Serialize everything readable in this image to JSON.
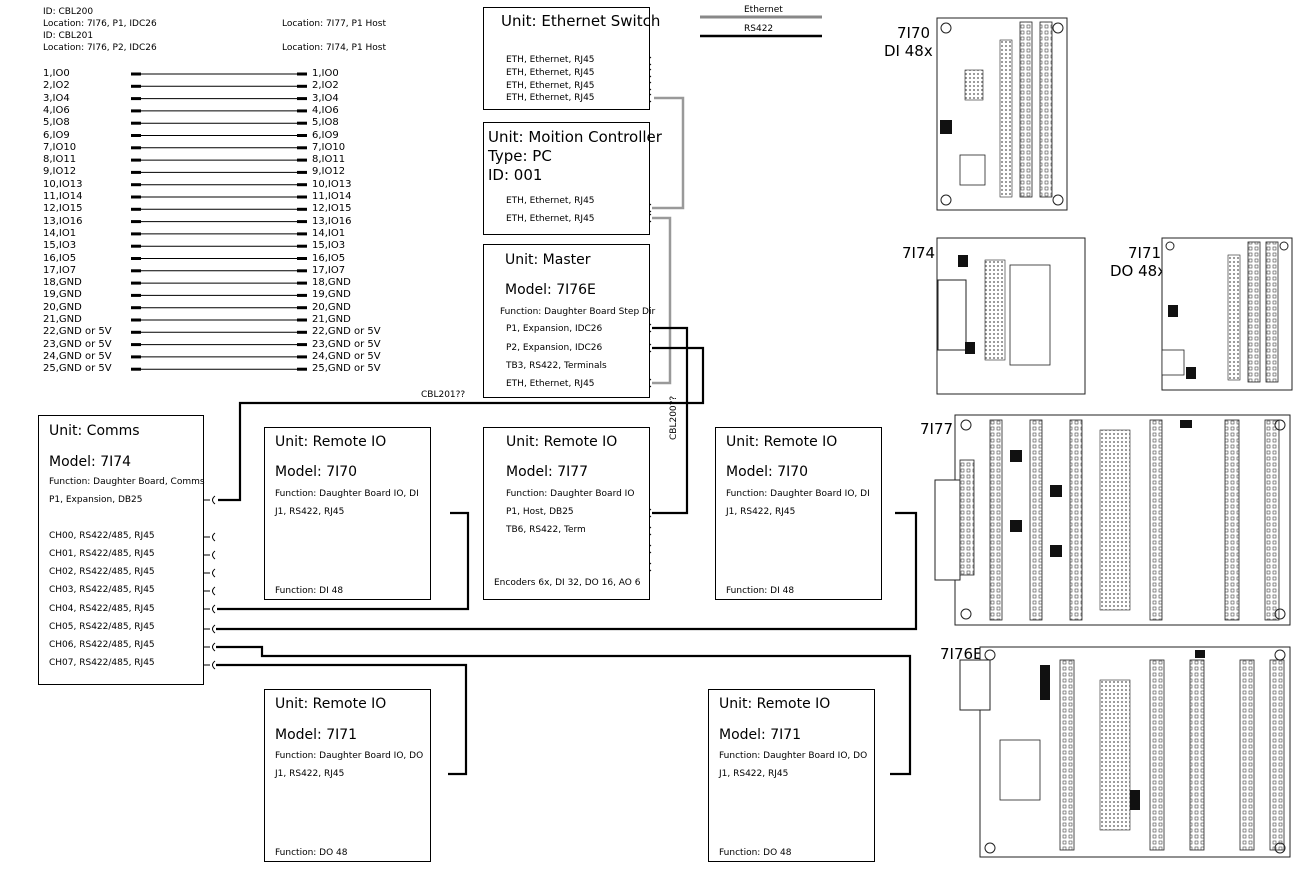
{
  "cables": {
    "cbl200_id": "ID: CBL200",
    "cbl200_loc_a": "Location: 7I76, P1, IDC26",
    "cbl200_loc_b": "Location: 7I77, P1 Host",
    "cbl201_id": "ID: CBL201",
    "cbl201_loc_a": "Location: 7I76, P2, IDC26",
    "cbl201_loc_b": "Location: 7I74, P1 Host"
  },
  "pins": [
    "1,IO0",
    "2,IO2",
    "3,IO4",
    "4,IO6",
    "5,IO8",
    "6,IO9",
    "7,IO10",
    "8,IO11",
    "9,IO12",
    "10,IO13",
    "11,IO14",
    "12,IO15",
    "13,IO16",
    "14,IO1",
    "15,IO3",
    "16,IO5",
    "17,IO7",
    "18,GND",
    "19,GND",
    "20,GND",
    "21,GND",
    "22,GND or 5V",
    "23,GND or 5V",
    "24,GND or 5V",
    "25,GND or 5V"
  ],
  "pins_right": [
    "1,IO0",
    "2,IO2",
    "3,IO4",
    "4,IO6",
    "5,IO8",
    "6,IO9",
    "7,IO10",
    "8,IO11",
    "9,IO12",
    "10,IO13",
    "11,IO14",
    "12,IO15",
    "13,IO16",
    "14,IO1",
    "15,IO3",
    "16,IO5",
    "17,IO7",
    "18,GND",
    "19,GND",
    "20,GND",
    "21,GND",
    "22,GND or 5V",
    "23,GND or 5V",
    "24,GND or 5V",
    "25,GND or 5V"
  ],
  "legend": {
    "ethernet": "Ethernet",
    "rs422": "RS422"
  },
  "switch": {
    "title": "Unit: Ethernet Switch",
    "ports": [
      "ETH, Ethernet, RJ45",
      "ETH, Ethernet, RJ45",
      "ETH, Ethernet, RJ45",
      "ETH, Ethernet, RJ45"
    ]
  },
  "motion": {
    "title": "Unit: Moition Controller",
    "type": "Type: PC",
    "id": "ID: 001",
    "ports": [
      "ETH, Ethernet, RJ45",
      "ETH, Ethernet, RJ45"
    ]
  },
  "master": {
    "title": "Unit: Master",
    "model": "Model: 7I76E",
    "function": "Function: Daughter Board Step Dir",
    "ports": [
      "P1, Expansion, IDC26",
      "P2, Expansion, IDC26",
      "TB3, RS422, Terminals",
      "ETH, Ethernet, RJ45"
    ]
  },
  "comms": {
    "title": "Unit: Comms",
    "model": "Model: 7I74",
    "function": "Function: Daughter Board, Comms",
    "p1": "P1, Expansion, DB25",
    "channels": [
      "CH00, RS422/485, RJ45",
      "CH01, RS422/485, RJ45",
      "CH02, RS422/485, RJ45",
      "CH03, RS422/485, RJ45",
      "CH04, RS422/485, RJ45",
      "CH05, RS422/485, RJ45",
      "CH06, RS422/485, RJ45",
      "CH07, RS422/485, RJ45"
    ]
  },
  "rio1": {
    "title": "Unit: Remote IO",
    "model": "Model: 7I70",
    "function": "Function: Daughter Board IO, DI",
    "port": "J1, RS422, RJ45",
    "footer": "Function: DI 48"
  },
  "rio2": {
    "title": "Unit: Remote IO",
    "model": "Model: 7I77",
    "function": "Function: Daughter Board IO",
    "port1": "P1, Host, DB25",
    "port2": "TB6, RS422, Term",
    "footer": "Encoders 6x, DI 32, DO 16, AO 6"
  },
  "rio3": {
    "title": "Unit: Remote IO",
    "model": "Model: 7I70",
    "function": "Function: Daughter Board IO, DI",
    "port": "J1, RS422, RJ45",
    "footer": "Function: DI 48"
  },
  "rio4": {
    "title": "Unit: Remote IO",
    "model": "Model: 7I71",
    "function": "Function: Daughter Board IO, DO",
    "port": "J1, RS422, RJ45",
    "footer": "Function: DO 48"
  },
  "rio5": {
    "title": "Unit: Remote IO",
    "model": "Model: 7I71",
    "function": "Function: Daughter Board IO, DO",
    "port": "J1, RS422, RJ45",
    "footer": "Function: DO 48"
  },
  "wire_labels": {
    "cbl201": "CBL201??",
    "cbl200": "CBL200??"
  },
  "boards": {
    "b7i70": {
      "name": "7I70",
      "desc": "DI 48x"
    },
    "b7i74": {
      "name": "7I74"
    },
    "b7i71": {
      "name": "7I71",
      "desc": "DO 48x"
    },
    "b7i77": {
      "name": "7I77"
    },
    "b7i76e": {
      "name": "7I76E"
    }
  }
}
